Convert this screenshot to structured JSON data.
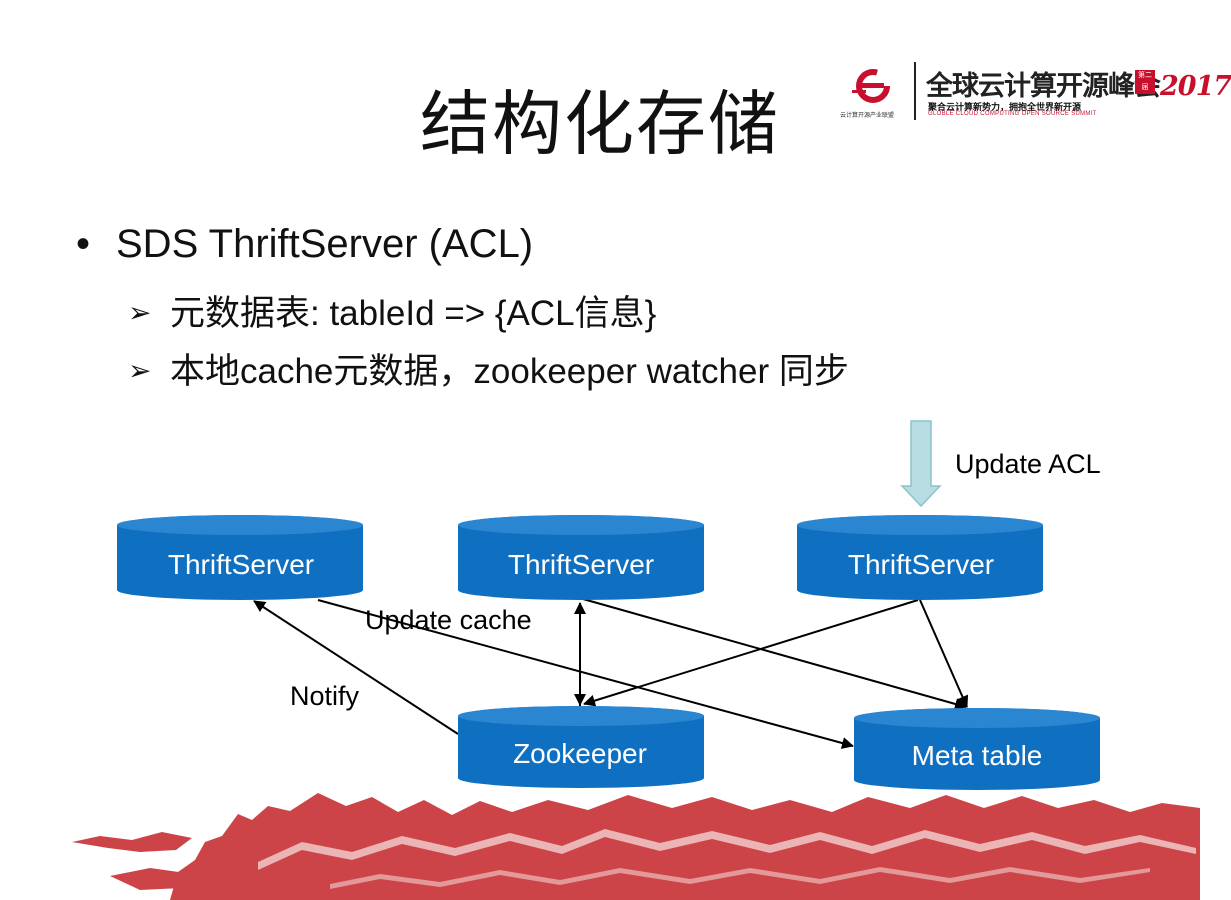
{
  "slide": {
    "title": "结构化存储",
    "bullet": "SDS ThriftServer (ACL)",
    "bullet_marker": "•",
    "sub_marker": "➢",
    "sub_bullets": [
      "元数据表: tableId => {ACL信息}",
      "本地cache元数据，zookeeper watcher 同步"
    ]
  },
  "logo": {
    "org_caption": "云计算开源产业联盟",
    "title": "全球云计算开源峰会",
    "year": "2017",
    "badge": "第二届",
    "line2": "聚合云计算新势力，拥抱全世界新开源",
    "line3": "GLOBLE CLOUD COMPUTING OPEN SOURCE SUMMIT",
    "colors": {
      "red": "#c8102e",
      "dark": "#222222"
    }
  },
  "diagram": {
    "nodes": [
      {
        "id": "ts1",
        "label": "ThriftServer"
      },
      {
        "id": "ts2",
        "label": "ThriftServer"
      },
      {
        "id": "ts3",
        "label": "ThriftServer"
      },
      {
        "id": "zk",
        "label": "Zookeeper"
      },
      {
        "id": "meta",
        "label": "Meta table"
      }
    ],
    "labels": {
      "update_acl": "Update ACL",
      "update_cache": "Update cache",
      "notify": "Notify"
    },
    "colors": {
      "cylinder": "#0f6fc0",
      "cylinder_top": "#2b86d2",
      "arrow_fill": "#b7dde2",
      "arrow_stroke": "#8cc4cb",
      "mountain": "#cc4448"
    }
  }
}
